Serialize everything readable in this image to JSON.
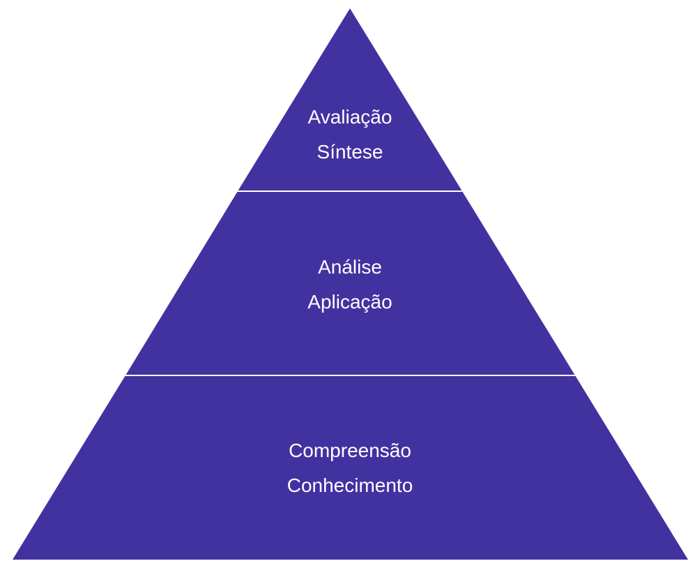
{
  "diagram": {
    "fill_color": "#4232A0",
    "divider_color": "#ffffff",
    "tiers": [
      {
        "lines": [
          "Avaliação",
          "Síntese"
        ]
      },
      {
        "lines": [
          "Análise",
          "Aplicação"
        ]
      },
      {
        "lines": [
          "Compreensão",
          "Conhecimento"
        ]
      }
    ]
  }
}
